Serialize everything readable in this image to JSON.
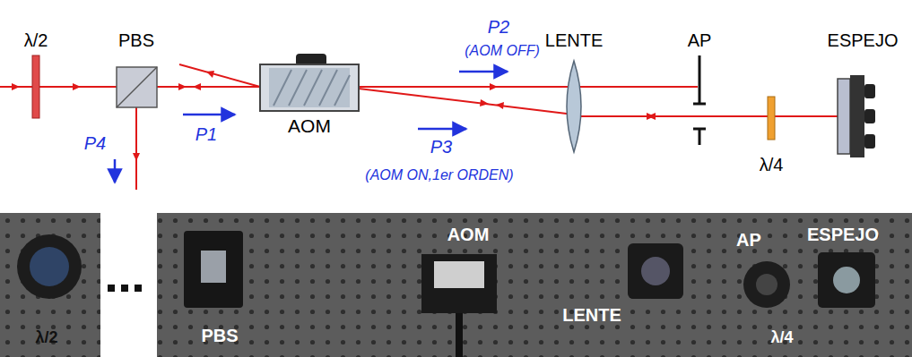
{
  "diagram": {
    "labels": [
      "λ/2",
      "PBS",
      "P2",
      "(AOM OFF)",
      "LENTE",
      "AP",
      "ESPEJO",
      "AOM",
      "P4",
      "P1",
      "P3",
      "(AOM ON,1er ORDEN)",
      "λ/4",
      "AOM",
      "AP",
      "ESPEJO",
      "LENTE",
      "λ/2",
      "PBS",
      "λ/4"
    ]
  }
}
